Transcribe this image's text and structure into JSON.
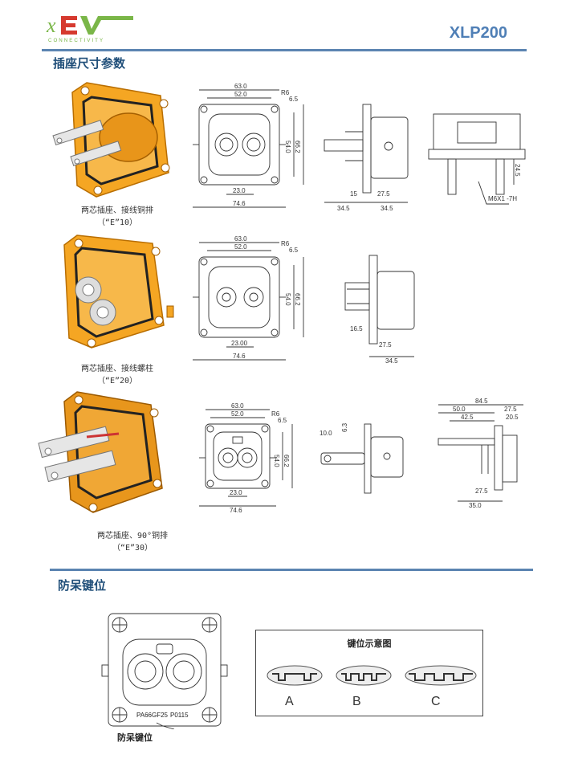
{
  "header": {
    "model": "XLP200",
    "logo_text": "xEV",
    "logo_sub": "CONNECTIVITY"
  },
  "sections": {
    "dimensions_title": "插座尺寸参数",
    "keying_title": "防呆键位"
  },
  "variants": [
    {
      "caption_line1": "两芯插座、接线铜排",
      "caption_line2": "（“E”10）",
      "dims": [
        "63.0",
        "52.0",
        "R6",
        "6.5",
        "54.0",
        "66.2",
        "23.0",
        "74.6",
        "15",
        "27.5",
        "34.5",
        "34.5",
        "24.5",
        "M6X1 -7H"
      ]
    },
    {
      "caption_line1": "两芯插座、接线螺柱",
      "caption_line2": "（“E”20）",
      "dims": [
        "63.0",
        "52.0",
        "R6",
        "6.5",
        "54.0",
        "66.2",
        "23.00",
        "74.6",
        "16.5",
        "27.5",
        "34.5"
      ]
    },
    {
      "caption_line1": "两芯插座、90°铜排",
      "caption_line2": "（“E”30）",
      "dims": [
        "63.0",
        "52.0",
        "R6",
        "6.5",
        "54.0",
        "66.2",
        "23.0",
        "74.6",
        "10.0",
        "6.3",
        "84.5",
        "50.0",
        "27.5",
        "42.5",
        "20.5",
        "27.5",
        "35.0"
      ]
    }
  ],
  "keying": {
    "diagram_title": "键位示意图",
    "labels": [
      "A",
      "B",
      "C"
    ],
    "callout": "防呆键位",
    "part_codes": [
      "PA66GF25",
      "P0115"
    ]
  },
  "colors": {
    "accent": "#4f7fb6",
    "rule": "#5b84b1",
    "connector_orange": "#f5a623",
    "logo_green": "#7ab648",
    "logo_red": "#d63a2f"
  }
}
